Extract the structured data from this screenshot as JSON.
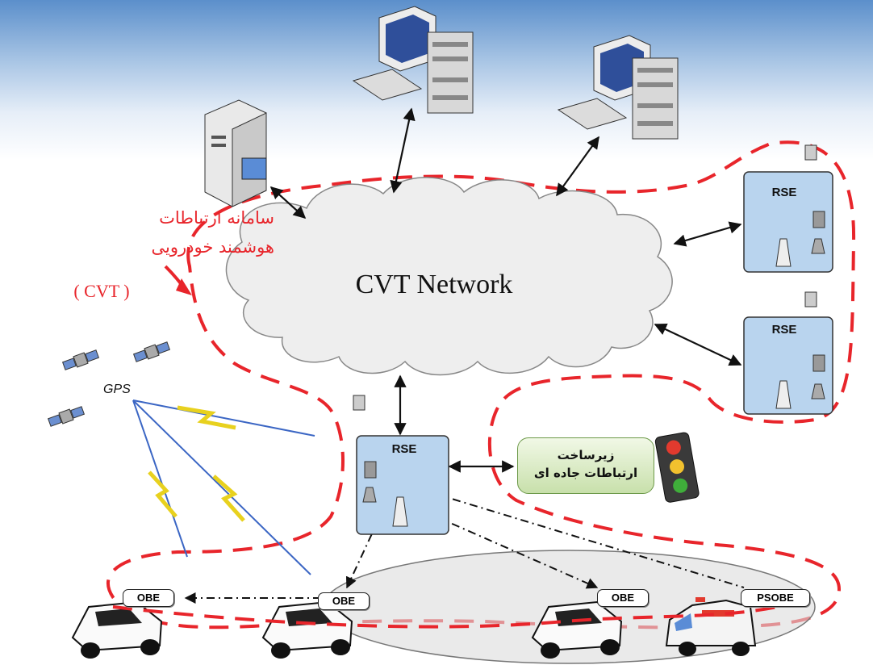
{
  "network": {
    "title": "CVT Network"
  },
  "system_label": {
    "line1": "سامانه ارتباطات",
    "line2": "هوشمند خودرویی",
    "line3": "( CVT )"
  },
  "gps_label": "GPS",
  "rse": {
    "top": "RSE",
    "middle": "RSE",
    "center": "RSE"
  },
  "infrastructure": {
    "line1": "زیرساخت",
    "line2": "ارتباطات جاده ای"
  },
  "vehicles": {
    "obe_1": "OBE",
    "obe_2": "OBE",
    "obe_3": "OBE",
    "psobe": "PSOBE"
  },
  "colors": {
    "boundary": "#e8252b",
    "rse_box": "#b9d4ee",
    "cloud": "#eeeeee",
    "infra_box": "#c8e0ab"
  }
}
